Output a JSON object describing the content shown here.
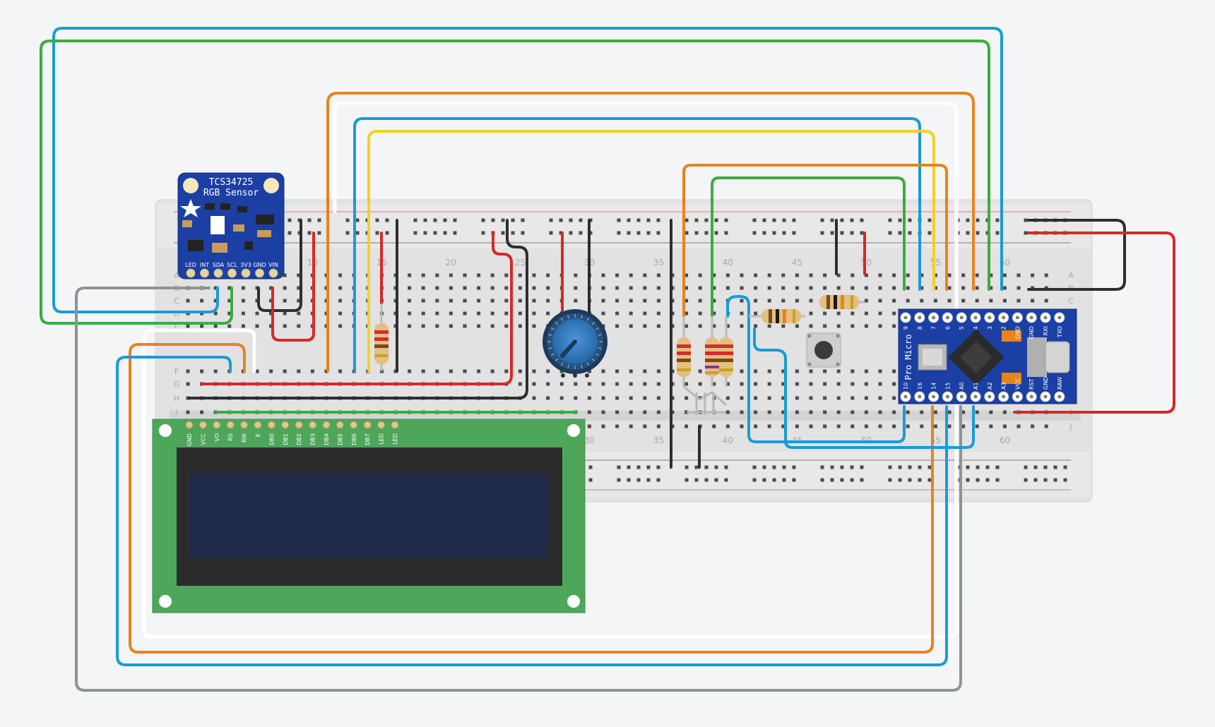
{
  "breadboard": {
    "column_numbers": [
      "10",
      "15",
      "20",
      "25",
      "30",
      "35",
      "40",
      "45",
      "50",
      "55",
      "60"
    ],
    "row_letters_top": [
      "A",
      "B",
      "C",
      "D",
      "E"
    ],
    "row_letters_bottom": [
      "F",
      "G",
      "H",
      "I",
      "J"
    ]
  },
  "sensor": {
    "title_line1": "TCS34725",
    "title_line2": "RGB Sensor",
    "pins": [
      "LED",
      "INT",
      "SDA",
      "SCL",
      "3V3",
      "GND",
      "VIN"
    ]
  },
  "lcd": {
    "pins": [
      "GND",
      "VCC",
      "VO",
      "RS",
      "RW",
      "E",
      "DB0",
      "DB1",
      "DB2",
      "DB3",
      "DB4",
      "DB5",
      "DB6",
      "DB7",
      "LED",
      "LED"
    ]
  },
  "pro_micro": {
    "label": "Pro Micro",
    "top_pins": [
      "9",
      "8",
      "7",
      "6",
      "5",
      "4",
      "3",
      "2",
      "GND",
      "GND",
      "RXI",
      "TXO"
    ],
    "bottom_pins": [
      "10",
      "16",
      "14",
      "15",
      "A0",
      "A1",
      "A2",
      "A3",
      "VCC",
      "RST",
      "GND",
      "RAW"
    ]
  },
  "colors": {
    "background": "#f3f5f6",
    "breadboard": "#e2e2e2",
    "wire_blue": "#1a9bd7",
    "wire_green": "#3aad3f",
    "wire_orange": "#e6841d",
    "wire_yellow": "#f2d02a",
    "wire_red": "#d72828",
    "wire_black": "#2e2e2e",
    "wire_gray": "#8e9396",
    "wire_white": "#ffffff",
    "pcb_blue": "#1b3fa3",
    "lcd_green": "#4ea65b"
  }
}
